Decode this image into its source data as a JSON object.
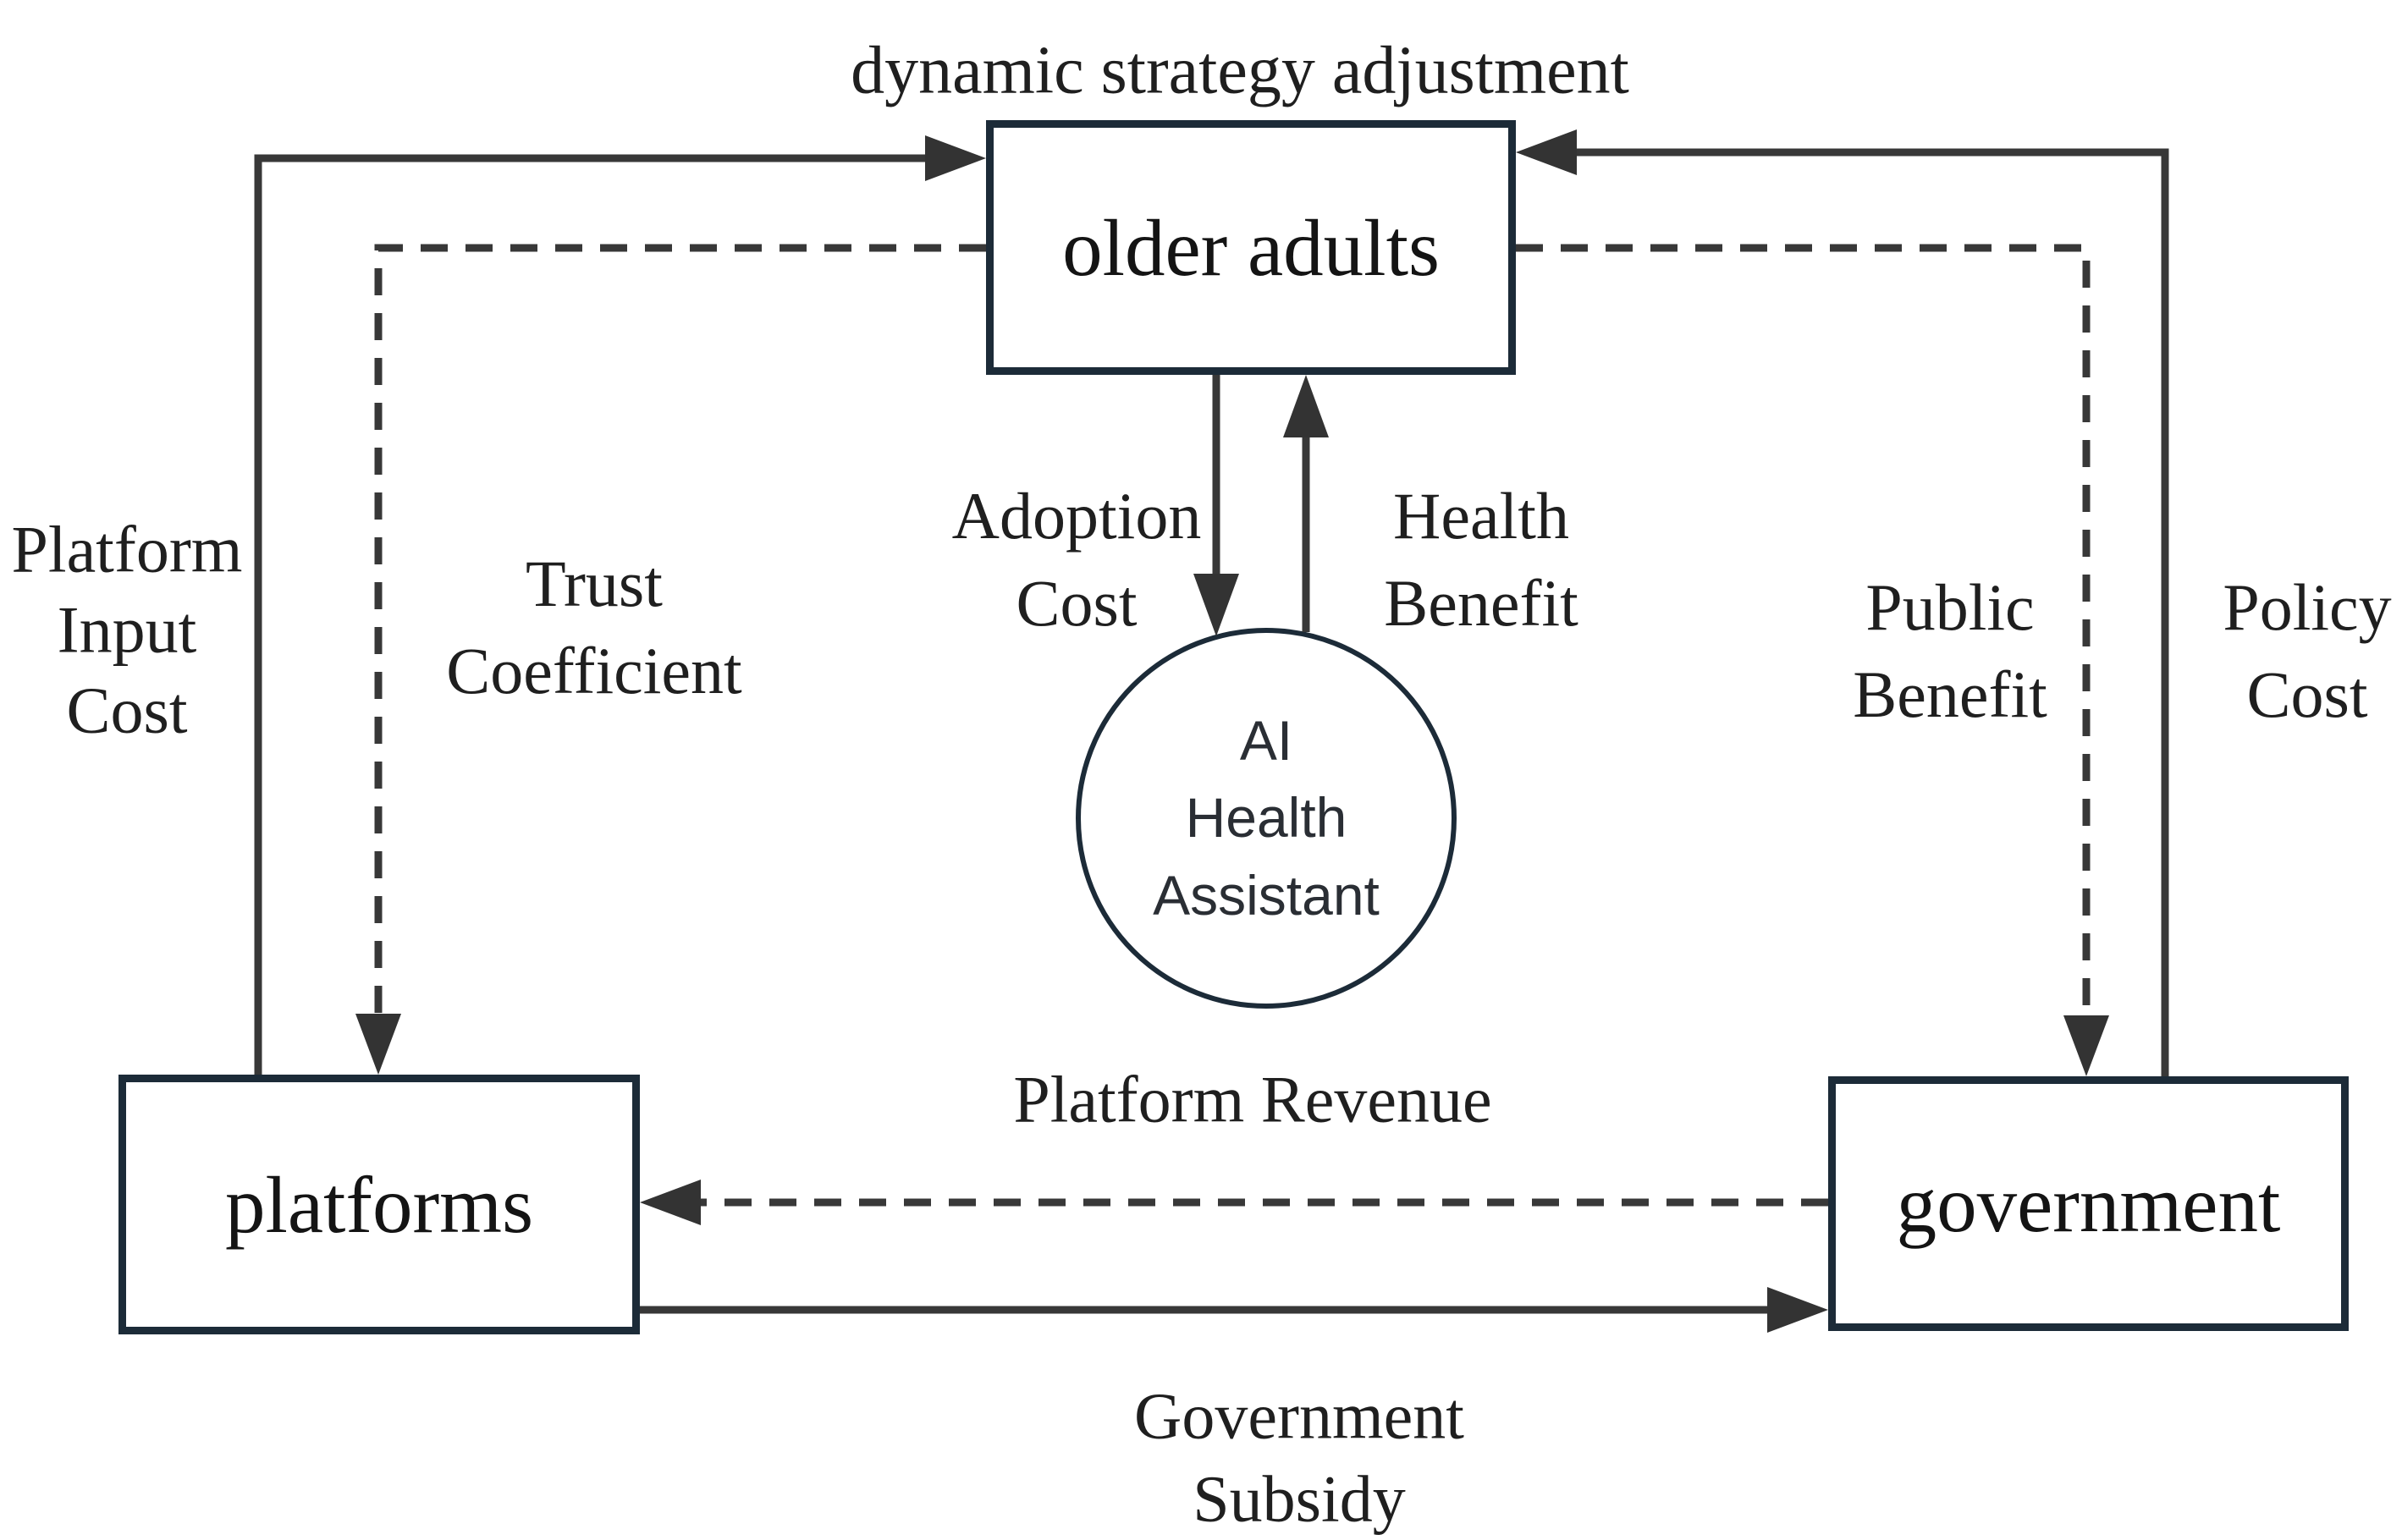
{
  "diagram": {
    "title": "dynamic strategy adjustment",
    "nodes": {
      "older_adults": {
        "label": "older adults",
        "shape": "rectangle"
      },
      "platforms": {
        "label": "platforms",
        "shape": "rectangle"
      },
      "government": {
        "label": "government",
        "shape": "rectangle"
      },
      "ai_health_assistant": {
        "label": "AI\nHealth\nAssistant",
        "shape": "circle"
      }
    },
    "edges": {
      "platform_input_cost": {
        "label": "Platform\nInput\nCost",
        "from": "platforms",
        "to": "older adults",
        "style": "solid"
      },
      "trust_coefficient": {
        "label": "Trust\nCoefficient",
        "from": "older adults",
        "to": "platforms",
        "style": "dashed"
      },
      "adoption_cost": {
        "label": "Adoption\nCost",
        "from": "older adults",
        "to": "AI Health Assistant",
        "style": "solid"
      },
      "health_benefit": {
        "label": "Health\nBenefit",
        "from": "AI Health Assistant",
        "to": "older adults",
        "style": "solid"
      },
      "public_benefit": {
        "label": "Public\nBenefit",
        "from": "older adults",
        "to": "government",
        "style": "dashed"
      },
      "policy_cost": {
        "label": "Policy\nCost",
        "from": "government",
        "to": "older adults",
        "style": "solid"
      },
      "platform_revenue": {
        "label": "Platform Revenue",
        "from": "government",
        "to": "platforms",
        "style": "dashed"
      },
      "government_subsidy": {
        "label": "Government\nSubsidy",
        "from": "platforms",
        "to": "government",
        "style": "solid"
      }
    },
    "colors": {
      "background": "#ffffff",
      "node_border": "#1c2b38",
      "line": "#383838",
      "arrowhead": "#333333",
      "text": "#1b1b1b"
    }
  }
}
